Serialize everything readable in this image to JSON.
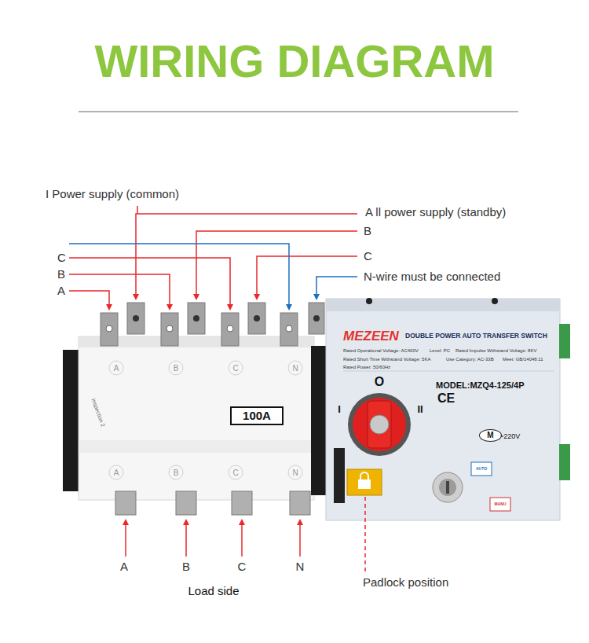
{
  "diagram": {
    "title": "WIRING DIAGRAM",
    "nodes": [
      {
        "text": [
          "100A"
        ]
      },
      {
        "text": [
          "M"
        ]
      }
    ],
    "labels": [
      "I Power supply (common)",
      "A ll power supply (standby)",
      "B",
      "C",
      "C",
      "B",
      "N-wire must be connected",
      "A",
      "MEZEEN",
      "DOUBLE POWER AUTO TRANSFER SWITCH",
      "Rated Operational Voltage: AC400V",
      "Level: PC",
      "Rated Impulse Withstand Voltage: 8KV",
      "Rated Short Time Withstand Voltage: 5KA",
      "Use Category: AC-33B",
      "Meet: GB/14048.11",
      "Rated Power: 50/60Hz",
      "A",
      "B",
      "C",
      "N",
      "O",
      "MODEL:MZQ4-125/4P",
      "I",
      "II",
      "CE",
      "Inspection 2",
      "~220V",
      "AUTO",
      "A",
      "B",
      "C",
      "N",
      "MANU",
      "A",
      "B",
      "C",
      "N",
      "Padlock position",
      "Load side"
    ]
  }
}
